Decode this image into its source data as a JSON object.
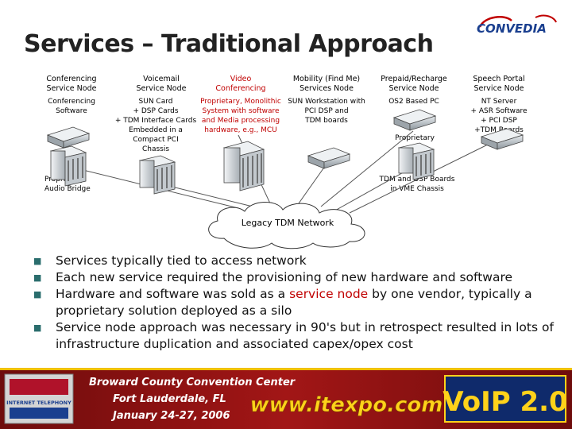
{
  "header": {
    "title": "Services – Traditional Approach",
    "logo_text": "CONVEDIA"
  },
  "nodes": [
    {
      "title_l1": "Conferencing",
      "title_l2": "Service Node",
      "desc": [
        "Conferencing",
        "Software"
      ],
      "sub": [
        "Proprietary",
        "Audio Bridge"
      ]
    },
    {
      "title_l1": "Voicemail",
      "title_l2": "Service Node",
      "desc": [
        "SUN Card",
        "+ DSP Cards",
        "+ TDM Interface Cards",
        "Embedded in a",
        "Compact PCI",
        "Chassis"
      ]
    },
    {
      "title_l1": "Video",
      "title_l2": "Conferencing",
      "desc": [
        "Proprietary, Monolithic",
        "System with software",
        "and Media processing",
        "hardware, e.g., MCU"
      ]
    },
    {
      "title_l1": "Mobility (Find Me)",
      "title_l2": "Services Node",
      "desc": [
        "SUN Workstation with",
        "PCI DSP and",
        "TDM boards"
      ]
    },
    {
      "title_l1": "Prepaid/Recharge",
      "title_l2": "Service Node",
      "desc": [
        "OS2 Based PC"
      ],
      "sub": [
        "Proprietary"
      ],
      "sub2": [
        "TDM and DSP Boards",
        "in VME Chassis"
      ]
    },
    {
      "title_l1": "Speech Portal",
      "title_l2": "Service Node",
      "desc": [
        "NT Server",
        "+ ASR Software",
        "+ PCI DSP",
        "+TDM Boards"
      ]
    }
  ],
  "network": {
    "label": "Legacy TDM Network"
  },
  "bullets": {
    "b1": "Services typically tied to access network",
    "b2": "Each new service required the provisioning of new hardware and software",
    "b3_pre": "Hardware and software was sold as a ",
    "b3_hl": "service node",
    "b3_post": " by one vendor, typically a proprietary solution deployed as a silo",
    "b4": "Service node approach was necessary in 90's but in retrospect resulted in lots of infrastructure duplication and associated capex/opex cost"
  },
  "banner": {
    "venue": "Broward County Convention Center",
    "city": "Fort Lauderdale, FL",
    "dates": "January 24-27, 2006",
    "url": "www.itexpo.com",
    "brand": "VoIP 2.0",
    "badge": "INTERNET TELEPHONY"
  },
  "colors": {
    "accent_red": "#c00000",
    "banner_bg": "#8a1010",
    "banner_yellow": "#ffd21a",
    "logo_blue": "#1a3f8f"
  }
}
